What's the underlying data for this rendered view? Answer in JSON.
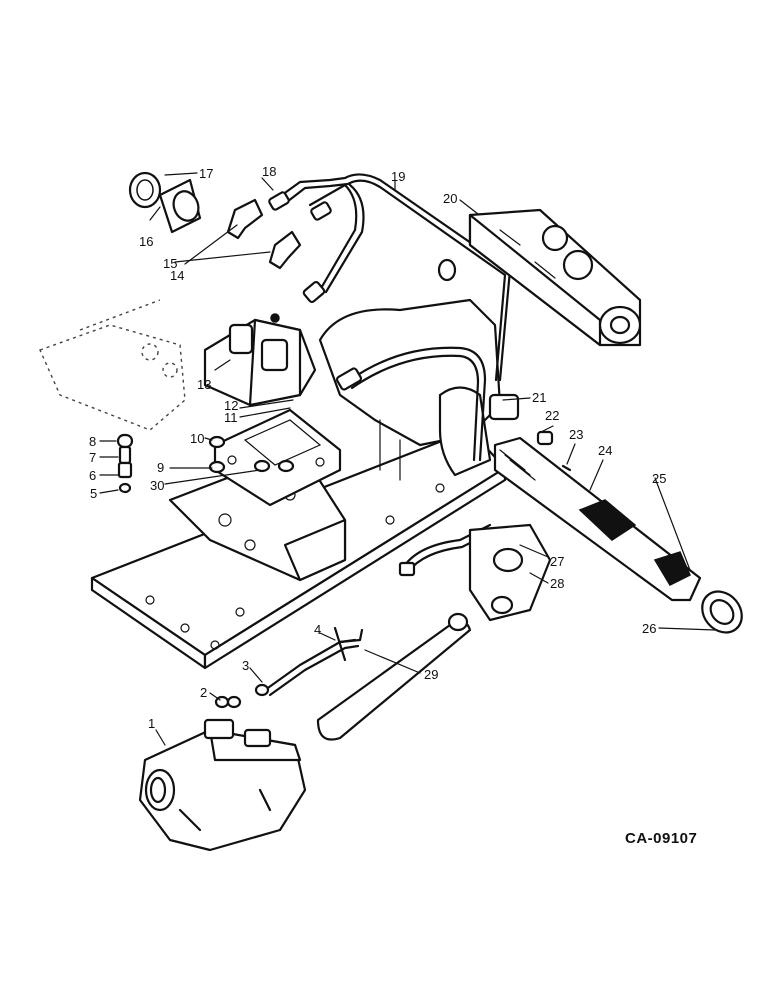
{
  "labels": [
    "1",
    "2",
    "3",
    "4",
    "5",
    "6",
    "7",
    "8",
    "9",
    "10",
    "11",
    "12",
    "13",
    "14",
    "15",
    "16",
    "17",
    "18",
    "19",
    "20",
    "21",
    "22",
    "23",
    "24",
    "25",
    "26",
    "27",
    "28",
    "29",
    "30"
  ],
  "drawing_code": "CA-09107"
}
